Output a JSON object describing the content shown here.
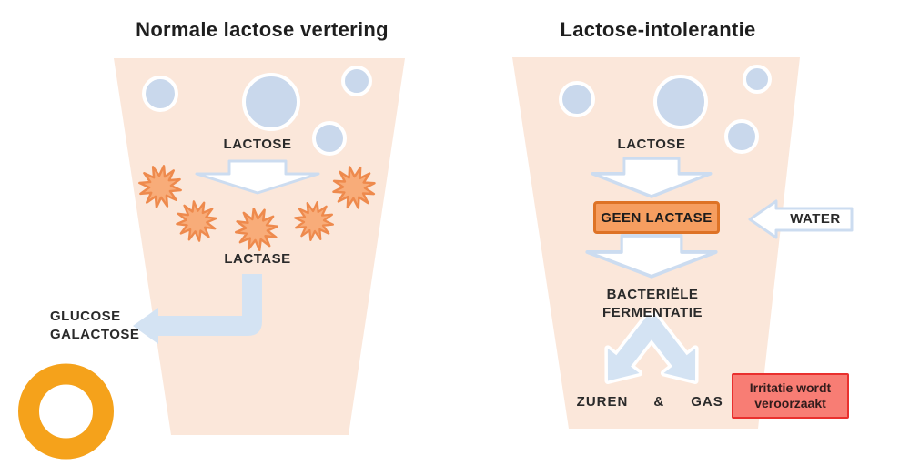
{
  "titles": {
    "left": "Normale lactose vertering",
    "right": "Lactose-intolerantie"
  },
  "left_panel": {
    "lactose_label": "LACTOSE",
    "lactase_label": "LACTASE",
    "glucose_label": "GLUCOSE",
    "galactose_label": "GALACTOSE"
  },
  "right_panel": {
    "lactose_label": "LACTOSE",
    "geen_lactase_label": "GEEN LACTASE",
    "water_label": "WATER",
    "fermentation_line1": "BACTERIËLE",
    "fermentation_line2": "FERMENTATIE",
    "zuren_label": "ZUREN",
    "amp_label": "&",
    "gas_label": "GAS",
    "irritation_line1": "Irritatie wordt",
    "irritation_line2": "veroorzaakt"
  },
  "icons": {
    "starburst": "lactase-enzyme-starburst",
    "bubble": "lactose-bubble",
    "ring": "orange-ring-logo"
  },
  "colors": {
    "peach": "#fbe7da",
    "bubble": "#c9d8ec",
    "bubbleStroke": "#ffffff",
    "arrowFill": "#ffffff",
    "arrowStroke": "#ccdcf0",
    "flowBlue": "#d4e3f3",
    "burstFill": "#f8ac79",
    "burstStroke": "#ee8a4d",
    "orangeBoxFill": "#f69e60",
    "orangeBoxBorder": "#de7326",
    "redBoxFill": "#f87d74",
    "redBoxBorder": "#e9302e",
    "ringOrange": "#f5a21b",
    "labelText": "#2a2a2a",
    "titleText": "#1e1e1e"
  }
}
